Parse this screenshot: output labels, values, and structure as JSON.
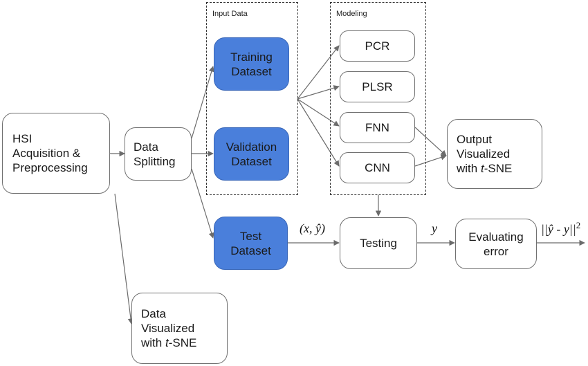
{
  "groups": {
    "input": {
      "label": "Input Data"
    },
    "modeling": {
      "label": "Modeling"
    }
  },
  "nodes": {
    "hsi": "HSI\nAcquisition &\nPreprocessing",
    "split": "Data\nSplitting",
    "training": "Training\nDataset",
    "validation": "Validation\nDataset",
    "test": "Test\nDataset",
    "pcr": "PCR",
    "plsr": "PLSR",
    "fnn": "FNN",
    "cnn": "CNN",
    "output_prefix": "Output\nVisualized\nwith ",
    "output_ital": "t",
    "output_suffix": "-SNE",
    "testing": "Testing",
    "evaluating": "Evaluating\nerror",
    "datavis_prefix": "Data\nVisualized\nwith ",
    "datavis_ital": "t",
    "datavis_suffix": "-SNE"
  },
  "edge_labels": {
    "xy_hat": "(x, ŷ)",
    "y": "y",
    "error": "||ŷ - y||",
    "error_exp": "2"
  },
  "colors": {
    "dataset_fill": "#4a7fdb",
    "border": "#707070",
    "arrow": "#6b6b6b"
  }
}
